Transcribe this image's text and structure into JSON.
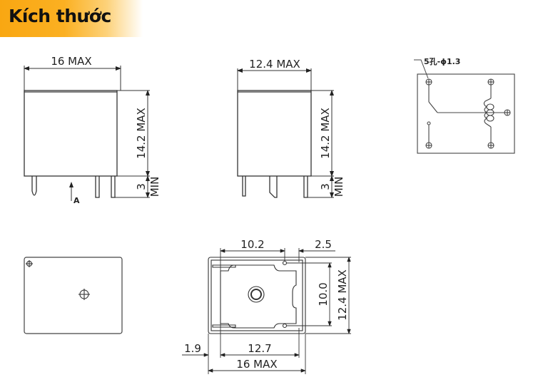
{
  "header": {
    "title": "Kích thước"
  },
  "front_view": {
    "width_label": "16 MAX",
    "height_label": "14.2 MAX",
    "pin_length_label": "3",
    "pin_length_suffix": "MIN",
    "arrow_label": "A"
  },
  "side_view": {
    "width_label": "12.4 MAX",
    "height_label": "14.2 MAX",
    "pin_length_label": "3",
    "pin_length_suffix": "MIN"
  },
  "schematic": {
    "hole_label": "5孔-ϕ1.3"
  },
  "top_view": {},
  "bottom_view": {
    "dim_10_2": "10.2",
    "dim_2_5": "2.5",
    "dim_10_0": "10.0",
    "dim_12_4": "12.4 MAX",
    "dim_1_9": "1.9",
    "dim_12_7": "12.7",
    "dim_16": "16 MAX"
  },
  "colors": {
    "header_bg": "#f9a712",
    "line": "#333333"
  }
}
